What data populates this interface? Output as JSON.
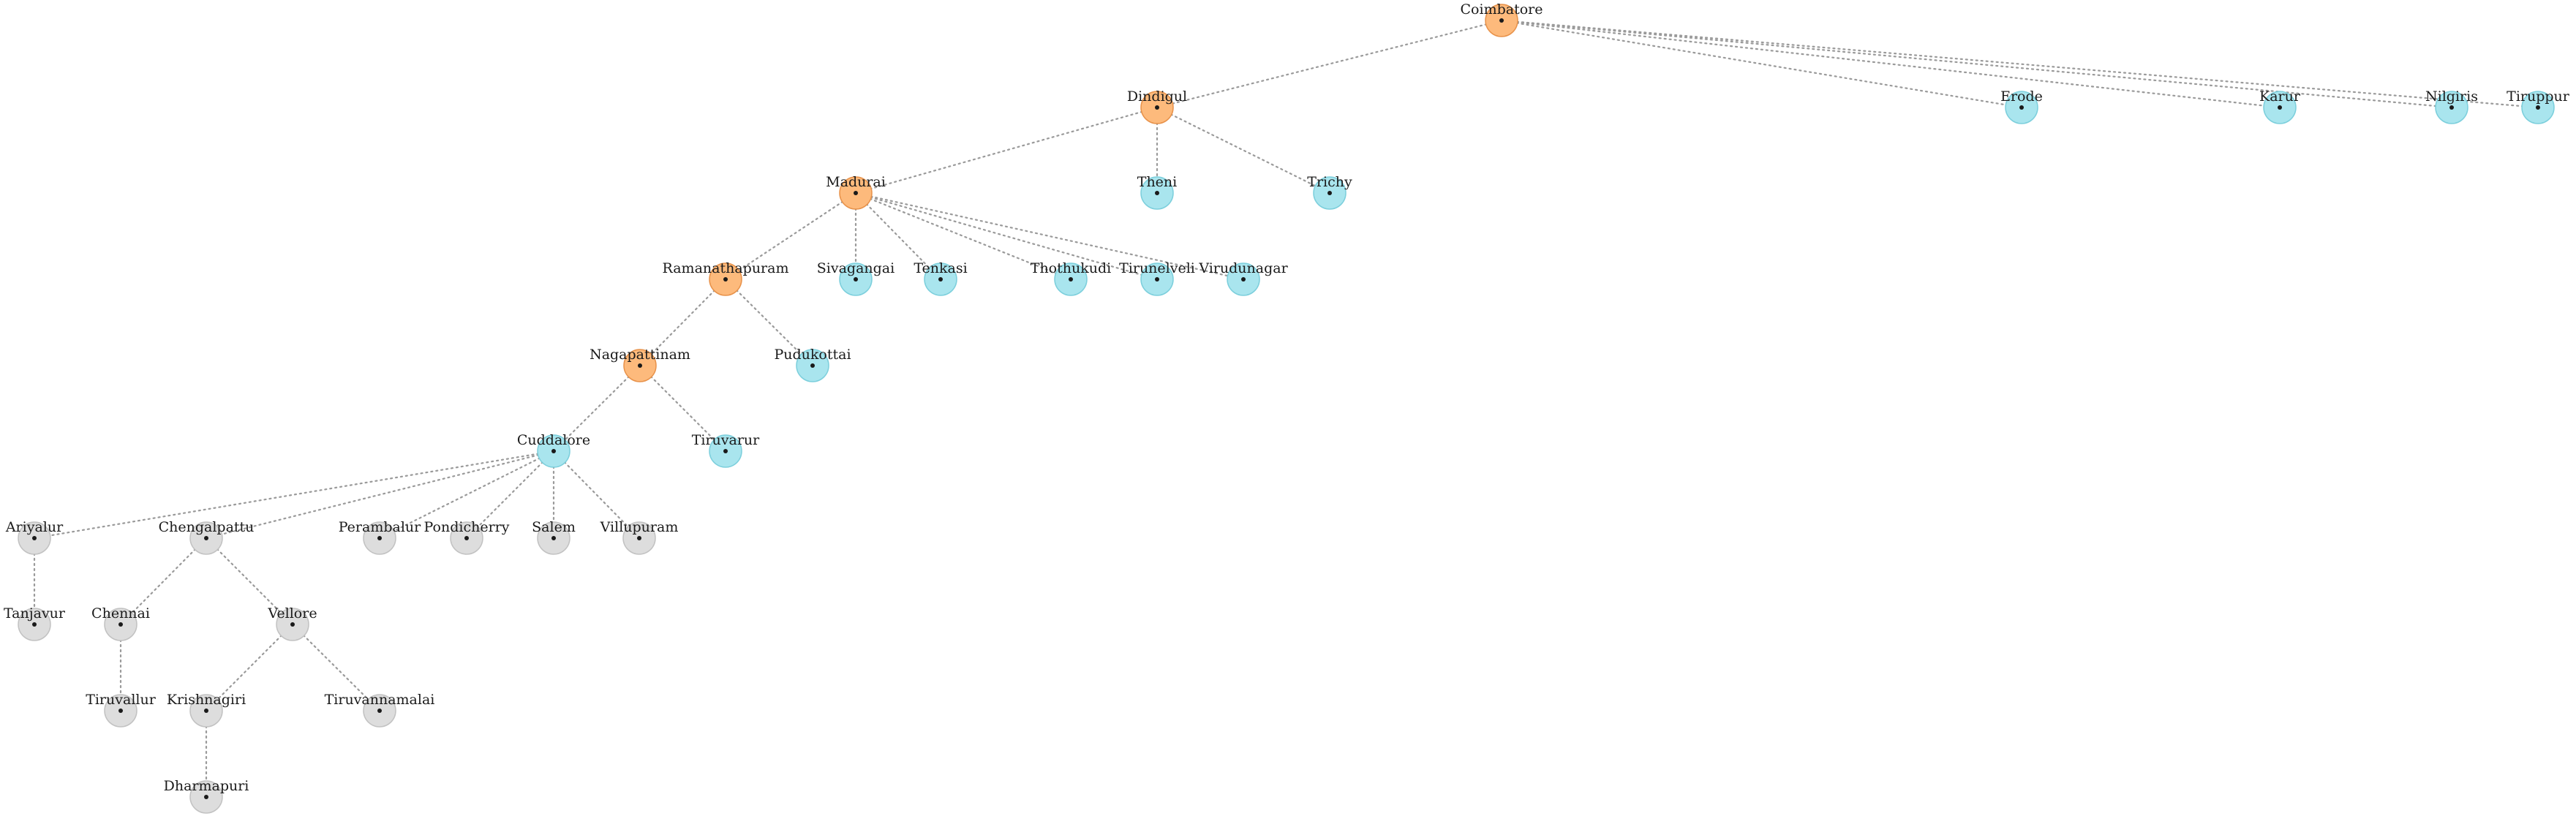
{
  "colors": {
    "orange": {
      "fill": "#fdba7c",
      "stroke": "#e8924a"
    },
    "cyan": {
      "fill": "#a9e5ee",
      "stroke": "#7ccfdc"
    },
    "gray": {
      "fill": "#dddddd",
      "stroke": "#c2c2c2"
    }
  },
  "nodes": [
    {
      "id": "coimbatore",
      "label": "Coimbatore",
      "color": "orange"
    },
    {
      "id": "dindigul",
      "label": "Dindigul",
      "color": "orange"
    },
    {
      "id": "erode",
      "label": "Erode",
      "color": "cyan"
    },
    {
      "id": "karur",
      "label": "Karur",
      "color": "cyan"
    },
    {
      "id": "nilgiris",
      "label": "Nilgiris",
      "color": "cyan"
    },
    {
      "id": "tiruppur",
      "label": "Tiruppur",
      "color": "cyan"
    },
    {
      "id": "madurai",
      "label": "Madurai",
      "color": "orange"
    },
    {
      "id": "theni",
      "label": "Theni",
      "color": "cyan"
    },
    {
      "id": "trichy",
      "label": "Trichy",
      "color": "cyan"
    },
    {
      "id": "ramanathapuram",
      "label": "Ramanathapuram",
      "color": "orange"
    },
    {
      "id": "sivagangai",
      "label": "Sivagangai",
      "color": "cyan"
    },
    {
      "id": "tenkasi",
      "label": "Tenkasi",
      "color": "cyan"
    },
    {
      "id": "thothukudi",
      "label": "Thothukudi",
      "color": "cyan"
    },
    {
      "id": "tirunelveli",
      "label": "Tirunelveli",
      "color": "cyan"
    },
    {
      "id": "virudunagar",
      "label": "Virudunagar",
      "color": "cyan"
    },
    {
      "id": "nagapattinam",
      "label": "Nagapattinam",
      "color": "orange"
    },
    {
      "id": "pudukottai",
      "label": "Pudukottai",
      "color": "cyan"
    },
    {
      "id": "cuddalore",
      "label": "Cuddalore",
      "color": "cyan"
    },
    {
      "id": "tiruvarur",
      "label": "Tiruvarur",
      "color": "cyan"
    },
    {
      "id": "ariyalur",
      "label": "Ariyalur",
      "color": "gray"
    },
    {
      "id": "chengalpattu",
      "label": "Chengalpattu",
      "color": "gray"
    },
    {
      "id": "perambalur",
      "label": "Perambalur",
      "color": "gray"
    },
    {
      "id": "pondicherry",
      "label": "Pondicherry",
      "color": "gray"
    },
    {
      "id": "salem",
      "label": "Salem",
      "color": "gray"
    },
    {
      "id": "villupuram",
      "label": "Villupuram",
      "color": "gray"
    },
    {
      "id": "tanjavur",
      "label": "Tanjavur",
      "color": "gray"
    },
    {
      "id": "chennai",
      "label": "Chennai",
      "color": "gray"
    },
    {
      "id": "vellore",
      "label": "Vellore",
      "color": "gray"
    },
    {
      "id": "tiruvallur",
      "label": "Tiruvallur",
      "color": "gray"
    },
    {
      "id": "krishnagiri",
      "label": "Krishnagiri",
      "color": "gray"
    },
    {
      "id": "tiruvannamalai",
      "label": "Tiruvannamalai",
      "color": "gray"
    },
    {
      "id": "dharmapuri",
      "label": "Dharmapuri",
      "color": "gray"
    }
  ],
  "edges": [
    [
      "coimbatore",
      "dindigul"
    ],
    [
      "coimbatore",
      "erode"
    ],
    [
      "coimbatore",
      "karur"
    ],
    [
      "coimbatore",
      "nilgiris"
    ],
    [
      "coimbatore",
      "tiruppur"
    ],
    [
      "dindigul",
      "madurai"
    ],
    [
      "dindigul",
      "theni"
    ],
    [
      "dindigul",
      "trichy"
    ],
    [
      "madurai",
      "ramanathapuram"
    ],
    [
      "madurai",
      "sivagangai"
    ],
    [
      "madurai",
      "tenkasi"
    ],
    [
      "madurai",
      "thothukudi"
    ],
    [
      "madurai",
      "tirunelveli"
    ],
    [
      "madurai",
      "virudunagar"
    ],
    [
      "ramanathapuram",
      "nagapattinam"
    ],
    [
      "ramanathapuram",
      "pudukottai"
    ],
    [
      "nagapattinam",
      "cuddalore"
    ],
    [
      "nagapattinam",
      "tiruvarur"
    ],
    [
      "cuddalore",
      "ariyalur"
    ],
    [
      "cuddalore",
      "chengalpattu"
    ],
    [
      "cuddalore",
      "perambalur"
    ],
    [
      "cuddalore",
      "pondicherry"
    ],
    [
      "cuddalore",
      "salem"
    ],
    [
      "cuddalore",
      "villupuram"
    ],
    [
      "ariyalur",
      "tanjavur"
    ],
    [
      "chengalpattu",
      "chennai"
    ],
    [
      "chengalpattu",
      "vellore"
    ],
    [
      "chennai",
      "tiruvallur"
    ],
    [
      "vellore",
      "krishnagiri"
    ],
    [
      "vellore",
      "tiruvannamalai"
    ],
    [
      "krishnagiri",
      "dharmapuri"
    ]
  ]
}
